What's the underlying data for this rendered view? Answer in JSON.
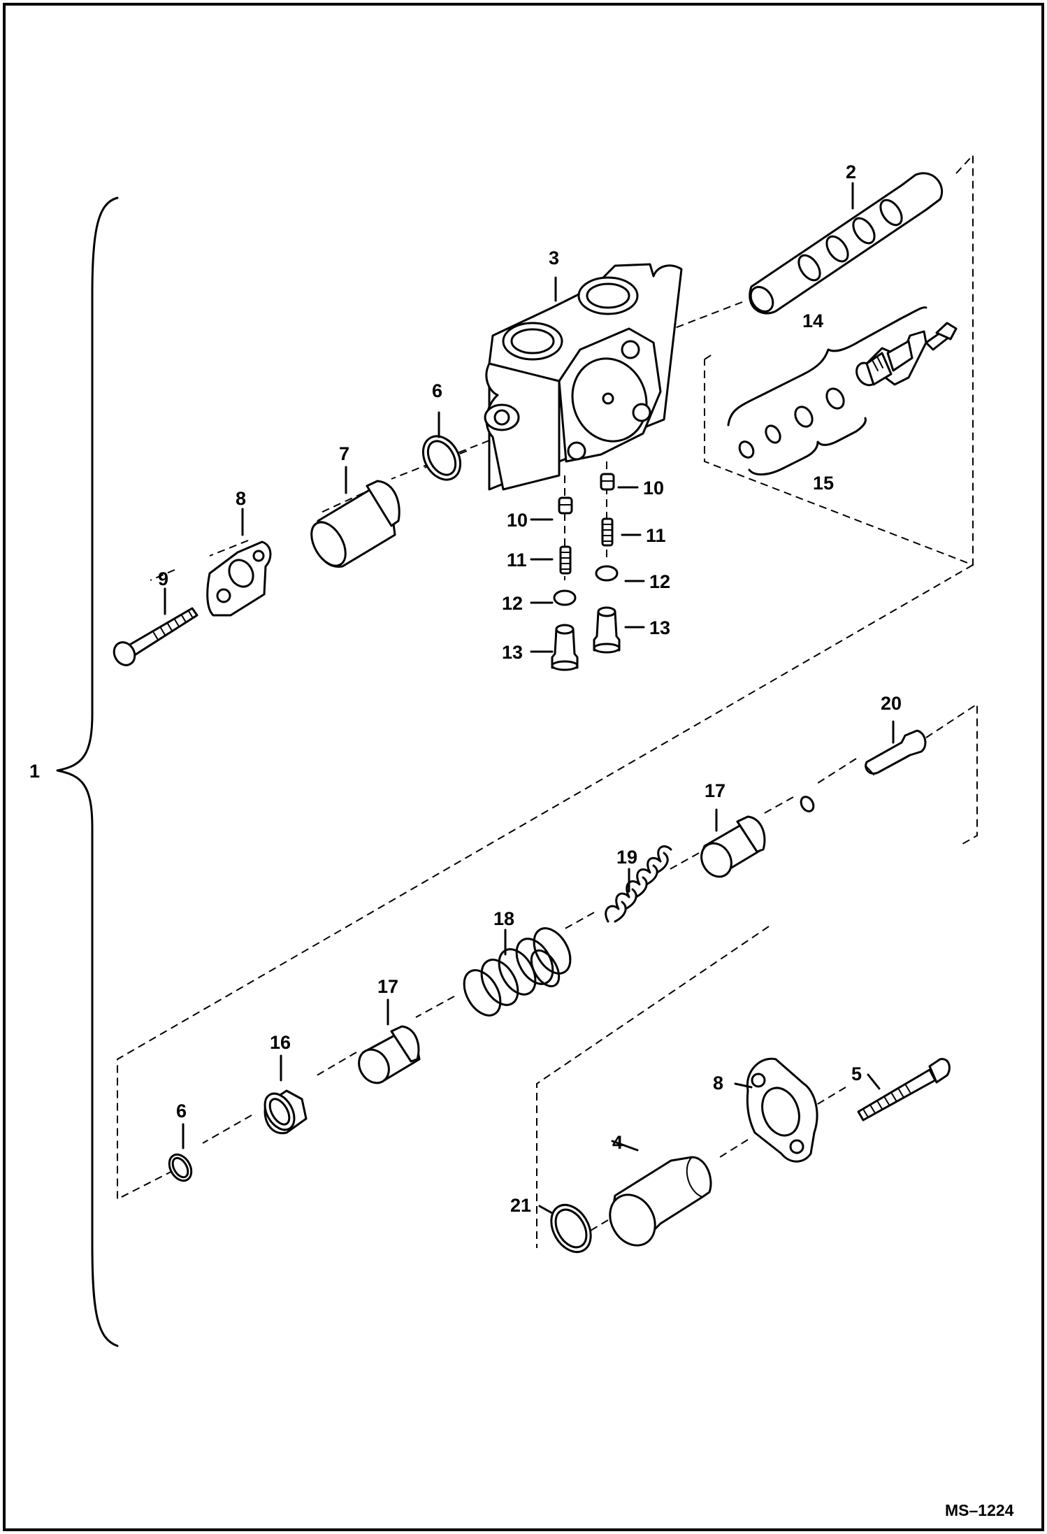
{
  "diagram": {
    "code": "MS–1224",
    "callouts": [
      {
        "id": "c1",
        "label": "1"
      },
      {
        "id": "c2",
        "label": "2"
      },
      {
        "id": "c3",
        "label": "3"
      },
      {
        "id": "c4",
        "label": "4"
      },
      {
        "id": "c5",
        "label": "5"
      },
      {
        "id": "c6a",
        "label": "6"
      },
      {
        "id": "c6b",
        "label": "6"
      },
      {
        "id": "c7",
        "label": "7"
      },
      {
        "id": "c8a",
        "label": "8"
      },
      {
        "id": "c8b",
        "label": "8"
      },
      {
        "id": "c9",
        "label": "9"
      },
      {
        "id": "c10a",
        "label": "10"
      },
      {
        "id": "c10b",
        "label": "10"
      },
      {
        "id": "c11a",
        "label": "11"
      },
      {
        "id": "c11b",
        "label": "11"
      },
      {
        "id": "c12a",
        "label": "12"
      },
      {
        "id": "c12b",
        "label": "12"
      },
      {
        "id": "c13a",
        "label": "13"
      },
      {
        "id": "c13b",
        "label": "13"
      },
      {
        "id": "c14",
        "label": "14"
      },
      {
        "id": "c15",
        "label": "15"
      },
      {
        "id": "c16",
        "label": "16"
      },
      {
        "id": "c17a",
        "label": "17"
      },
      {
        "id": "c17b",
        "label": "17"
      },
      {
        "id": "c18",
        "label": "18"
      },
      {
        "id": "c19",
        "label": "19"
      },
      {
        "id": "c20",
        "label": "20"
      },
      {
        "id": "c21",
        "label": "21"
      }
    ]
  }
}
